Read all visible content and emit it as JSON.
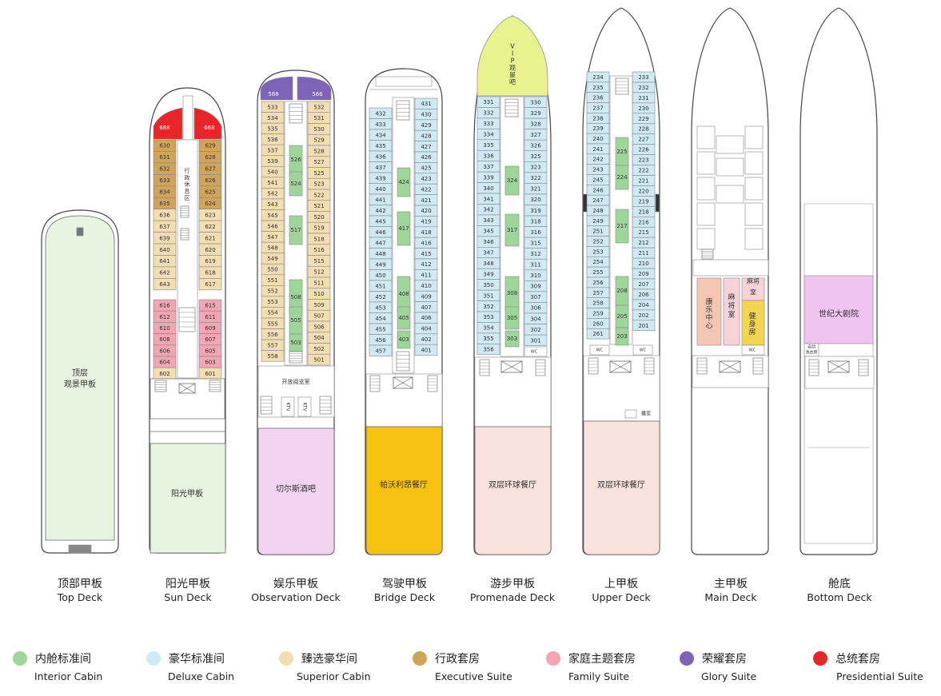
{
  "colors": {
    "interior": "#9ed69a",
    "deluxe": "#cfe9f5",
    "superior": "#f3deb4",
    "executive": "#cfa55c",
    "family": "#f2a5b3",
    "glory": "#7d64b8",
    "presidential": "#e8262a",
    "open_deck": "#e6f4e0",
    "bar": "#f2d3f0",
    "restaurant_yellow": "#f7c20f",
    "restaurant_pink": "#fae3dc",
    "vip_lounge": "#eaf28f",
    "theatre": "#f0c4f0",
    "fitness": "#f4d54f",
    "entertainment": "#f5c6b4",
    "mahjong": "#f5d3d8"
  },
  "decks": [
    {
      "id": "top",
      "name_cn": "顶部甲板",
      "name_en": "Top Deck",
      "area_label": "顶层\n观景甲板"
    },
    {
      "id": "sun",
      "name_cn": "阳光甲板",
      "name_en": "Sun Deck",
      "area_label": "阳光甲板",
      "corridor_label": "行政休息区",
      "presidential": [
        "688",
        "668"
      ],
      "left": [
        "630",
        "631",
        "632",
        "633",
        "634",
        "635",
        "636",
        "637",
        "639",
        "640",
        "641",
        "642",
        "643",
        "616",
        "612",
        "610",
        "608",
        "606",
        "604",
        "602"
      ],
      "right": [
        "629",
        "628",
        "627",
        "626",
        "625",
        "624",
        "623",
        "622",
        "621",
        "620",
        "619",
        "618",
        "617",
        "615",
        "611",
        "609",
        "607",
        "605",
        "603",
        "601"
      ]
    },
    {
      "id": "observation",
      "name_cn": "娱乐甲板",
      "name_en": "Observation Deck",
      "area_label": "切尔斯酒吧",
      "room_label": "开放阅览室",
      "ktv_label": "KTV",
      "glory": [
        "588",
        "566"
      ],
      "left": [
        "533",
        "534",
        "535",
        "536",
        "537",
        "539",
        "540",
        "541",
        "542",
        "543",
        "545",
        "546",
        "547",
        "548",
        "549",
        "550",
        "551",
        "552",
        "553",
        "554",
        "555",
        "556",
        "557",
        "558"
      ],
      "right": [
        "532",
        "531",
        "530",
        "529",
        "528",
        "527",
        "525",
        "523",
        "522",
        "521",
        "520",
        "519",
        "518",
        "516",
        "515",
        "512",
        "511",
        "510",
        "509",
        "507",
        "506",
        "504",
        "502",
        "501"
      ],
      "interior": [
        "526",
        "524",
        "517",
        "508",
        "505",
        "503"
      ]
    },
    {
      "id": "bridge",
      "name_cn": "驾驶甲板",
      "name_en": "Bridge Deck",
      "area_label": "帕沃利昂餐厅",
      "left": [
        "432",
        "433",
        "434",
        "435",
        "436",
        "437",
        "439",
        "440",
        "441",
        "442",
        "445",
        "446",
        "447",
        "448",
        "449",
        "450",
        "451",
        "452",
        "453",
        "454",
        "455",
        "456",
        "457"
      ],
      "right": [
        "431",
        "430",
        "429",
        "428",
        "427",
        "426",
        "425",
        "423",
        "422",
        "421",
        "420",
        "419",
        "418",
        "416",
        "415",
        "412",
        "411",
        "410",
        "409",
        "407",
        "406",
        "404",
        "402",
        "401"
      ],
      "interior": [
        "424",
        "417",
        "408",
        "405",
        "403"
      ]
    },
    {
      "id": "promenade",
      "name_cn": "游步甲板",
      "name_en": "Promenade Deck",
      "area_label": "双层环球餐厅",
      "lounge_label": "VIP观景吧",
      "wc_label": "WC",
      "left": [
        "331",
        "332",
        "333",
        "334",
        "335",
        "336",
        "337",
        "339",
        "340",
        "341",
        "342",
        "343",
        "345",
        "346",
        "347",
        "348",
        "349",
        "350",
        "351",
        "352",
        "353",
        "354",
        "355",
        "356"
      ],
      "right": [
        "330",
        "329",
        "328",
        "327",
        "326",
        "325",
        "323",
        "322",
        "321",
        "320",
        "319",
        "318",
        "316",
        "315",
        "312",
        "311",
        "310",
        "309",
        "307",
        "306",
        "304",
        "302",
        "301"
      ],
      "interior": [
        "324",
        "317",
        "308",
        "305",
        "303"
      ]
    },
    {
      "id": "upper",
      "name_cn": "上甲板",
      "name_en": "Upper Deck",
      "area_label": "双层环球餐厅",
      "wc_label": "WC",
      "small_label": "播室",
      "left": [
        "234",
        "235",
        "236",
        "237",
        "238",
        "239",
        "240",
        "241",
        "242",
        "243",
        "245",
        "246",
        "247",
        "248",
        "249",
        "251",
        "252",
        "253",
        "254",
        "255",
        "256",
        "257",
        "258",
        "259",
        "260",
        "261"
      ],
      "right": [
        "233",
        "232",
        "231",
        "230",
        "229",
        "228",
        "227",
        "226",
        "223",
        "222",
        "221",
        "220",
        "219",
        "218",
        "216",
        "215",
        "212",
        "211",
        "210",
        "209",
        "207",
        "206",
        "204",
        "202",
        "201"
      ],
      "interior": [
        "225",
        "224",
        "217",
        "208",
        "205",
        "203"
      ]
    },
    {
      "id": "main",
      "name_cn": "主甲板",
      "name_en": "Main Deck",
      "ent_label": "康乐中心",
      "mahjong_label": "麻将室",
      "mahjong2_label": "麻将室",
      "fitness_label": "健身房",
      "wc_label": "WC"
    },
    {
      "id": "bottom",
      "name_cn": "舱底",
      "name_en": "Bottom Deck",
      "area_label": "世纪大剧院",
      "small_label": "自动洗衣房"
    }
  ],
  "legend": [
    {
      "key": "interior",
      "cn": "内舱标准间",
      "en": "Interior Cabin"
    },
    {
      "key": "deluxe",
      "cn": "豪华标准间",
      "en": "Deluxe Cabin"
    },
    {
      "key": "superior",
      "cn": "臻选豪华间",
      "en": "Superior Cabin"
    },
    {
      "key": "executive",
      "cn": "行政套房",
      "en": "Executive Suite"
    },
    {
      "key": "family",
      "cn": "家庭主题套房",
      "en": "Family Suite"
    },
    {
      "key": "glory",
      "cn": "荣耀套房",
      "en": "Glory Suite"
    },
    {
      "key": "presidential",
      "cn": "总统套房",
      "en": "Presidential Suite"
    }
  ]
}
